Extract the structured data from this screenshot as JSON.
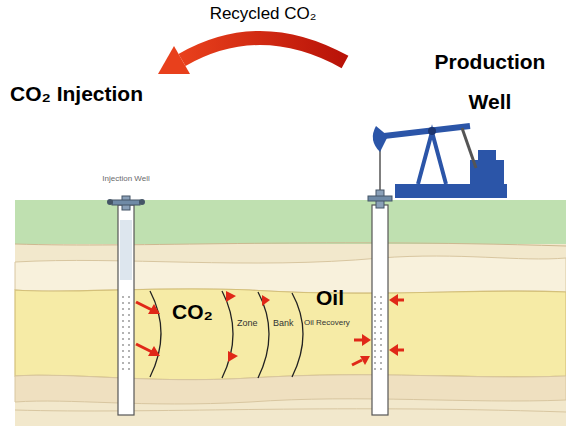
{
  "diagram": {
    "labels": [
      "Recycled CO₂",
      "CO₂ Injection",
      "Production Well",
      "Injection Well",
      "CO₂",
      "Zone",
      "Bank",
      "Oil Recovery",
      "Oil"
    ]
  }
}
